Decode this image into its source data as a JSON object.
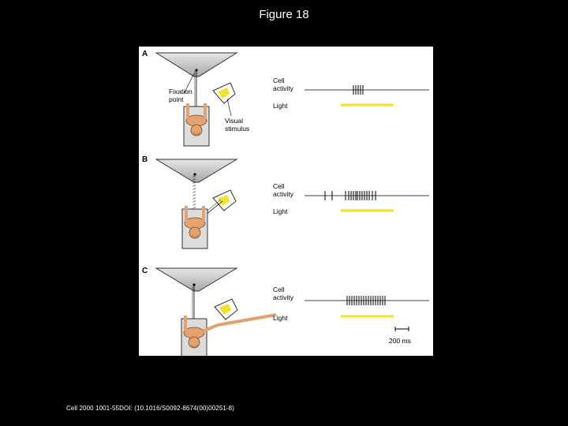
{
  "slide": {
    "title": "Figure 18",
    "citation": "Cell 2000 1001-55DOI: (10.1016/S0092-8674(00)00251-8)"
  },
  "figure": {
    "panels": [
      {
        "letter": "A",
        "cell_label_1": "Cell",
        "cell_label_2": "activity",
        "light_label": "Light"
      },
      {
        "letter": "B",
        "cell_label_1": "Cell",
        "cell_label_2": "activity",
        "light_label": "Light"
      },
      {
        "letter": "C",
        "cell_label_1": "Cell",
        "cell_label_2": "activity",
        "light_label": "Light"
      }
    ],
    "annotations": {
      "fixation_1": "Fixation",
      "fixation_2": "point",
      "stimulus_1": "Visual",
      "stimulus_2": "stimulus"
    },
    "scale_bar_label": "200 ms"
  },
  "colors": {
    "background": "#000000",
    "light_bar": "#f2e22a",
    "stimulus": "#f2e22a",
    "skin": "#e3a26f"
  }
}
